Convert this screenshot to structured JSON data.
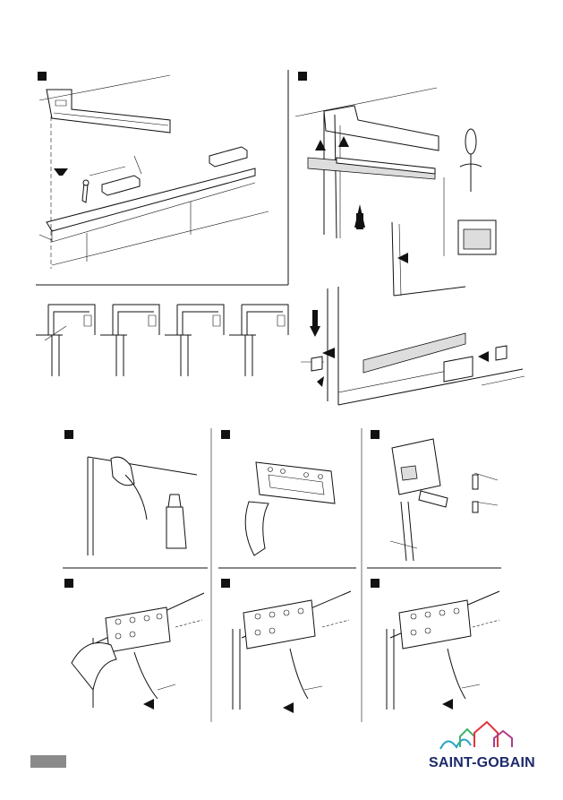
{
  "brand": {
    "name": "SAINT-GOBAIN",
    "colors": [
      "#2aa3c9",
      "#3ab36b",
      "#e2343a",
      "#b03c8c",
      "#1d2a6b"
    ]
  },
  "steps": [
    {
      "id": "step-1",
      "icon": "step-marker"
    },
    {
      "id": "step-2",
      "icon": "step-marker"
    },
    {
      "id": "step-3",
      "icon": "step-marker"
    },
    {
      "id": "step-4",
      "icon": "step-marker"
    },
    {
      "id": "step-5",
      "icon": "step-marker"
    },
    {
      "id": "step-6",
      "icon": "step-marker"
    },
    {
      "id": "step-7",
      "icon": "step-marker"
    },
    {
      "id": "step-8",
      "icon": "step-marker"
    }
  ],
  "page_tab_color": "#8a8a8a"
}
